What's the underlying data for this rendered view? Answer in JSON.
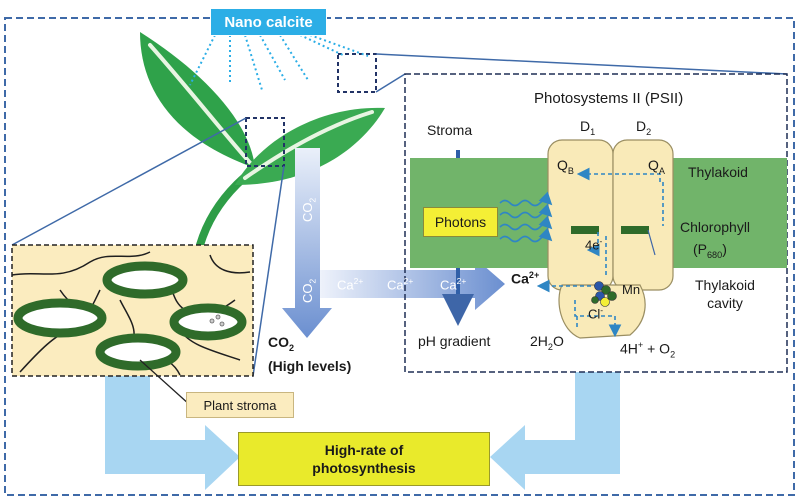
{
  "labels": {
    "nano_calcite": "Nano calcite",
    "psii_title": "Photosystems II (PSII)",
    "stroma": "Stroma",
    "d1": "D",
    "d1_sub": "1",
    "d2": "D",
    "d2_sub": "2",
    "qb": "Q",
    "qb_sub": "B",
    "qa": "Q",
    "qa_sub": "A",
    "thylakoid": "Thylakoid",
    "photons": "Photons",
    "chlorophyll": "Chlorophyll",
    "p680_open": "(P",
    "p680_sub": "680",
    "p680_close": ")",
    "electrons": "4e",
    "electrons_sup": "-",
    "thylakoid_cavity_1": "Thylakoid",
    "thylakoid_cavity_2": "cavity",
    "ca_bold": "Ca",
    "ca_sup": "2+",
    "mn": "Mn",
    "cl": "Cl",
    "cl_sup": "-",
    "ph_gradient": "pH gradient",
    "water": "2H",
    "water_sub": "2",
    "water_end": "O",
    "products_a": "4H",
    "products_sup": "+",
    "products_b": " + O",
    "products_sub": "2",
    "co2_arrow_1": "CO",
    "co2_arrow_1_sub": "2",
    "co2_arrow_2": "CO",
    "co2_arrow_2_sub": "2",
    "ca_arrow_1": "Ca",
    "ca_arrow_1_sup": "2+",
    "ca_arrow_2": "Ca",
    "ca_arrow_2_sup": "2+",
    "ca_arrow_3": "Ca",
    "ca_arrow_3_sup": "2+",
    "co2_high": "CO",
    "co2_high_sub": "2",
    "co2_high_2": "(High levels)",
    "plant_stroma": "Plant stroma",
    "result_1": "High-rate of",
    "result_2": "photosynthesis"
  },
  "colors": {
    "frame_blue": "#3f6aa8",
    "leaf_green": "#2fa24a",
    "leaf_light": "#4cbb5c",
    "thylakoid_band": "#71b46a",
    "psii_fill": "#f9eab8",
    "photons_fill": "#f4ef35",
    "result_fill": "#e9ea2b",
    "nano_fill": "#2caee6",
    "light_arrow": "#a8d6f2",
    "cell_fill": "#fbecbf"
  }
}
